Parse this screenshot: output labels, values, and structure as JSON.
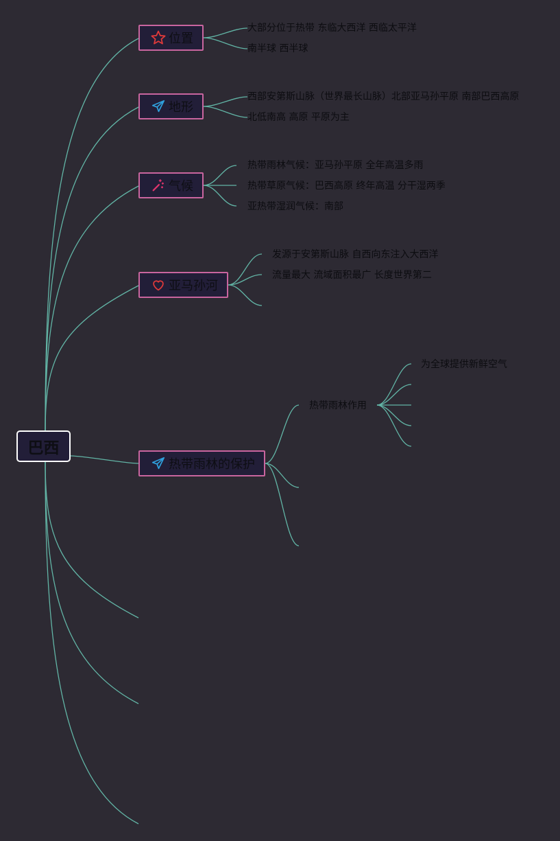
{
  "colors": {
    "background": "#2d2a33",
    "line": "#62b5a6",
    "node_fill": "#221e38",
    "topic_border": "#c9659f",
    "root_border": "#ffffff",
    "star": "#e03a3a",
    "plane": "#2f9fdc",
    "magic": "#e0356c",
    "heart": "#e03a3a"
  },
  "root": {
    "label": "巴西"
  },
  "topics": [
    {
      "label": "位置",
      "icon": "star-icon",
      "leaves": [
        "大部分位于热带 东临大西洋 西临太平洋",
        "南半球 西半球"
      ]
    },
    {
      "label": "地形",
      "icon": "paper-plane-icon",
      "leaves": [
        "西部安第斯山脉（世界最长山脉）北部亚马孙平原 南部巴西高原",
        "北低南高 高原 平原为主"
      ]
    },
    {
      "label": "气候",
      "icon": "magic-wand-icon",
      "leaves": [
        "热带雨林气候：亚马孙平原 全年高温多雨",
        "热带草原气候：巴西高原 终年高温 分干湿两季",
        "亚热带湿润气候：南部"
      ]
    },
    {
      "label": "亚马孙河",
      "icon": "heart-icon",
      "leaves": [
        "发源于安第斯山脉 自西向东注入大西洋",
        "流量最大 流域面积最广 长度世界第二"
      ]
    },
    {
      "label": "热带雨林的保护",
      "icon": "paper-plane-icon",
      "subtopic": {
        "label": "热带雨林作用",
        "leaves": [
          "为全球提供新鲜空气"
        ]
      }
    }
  ]
}
